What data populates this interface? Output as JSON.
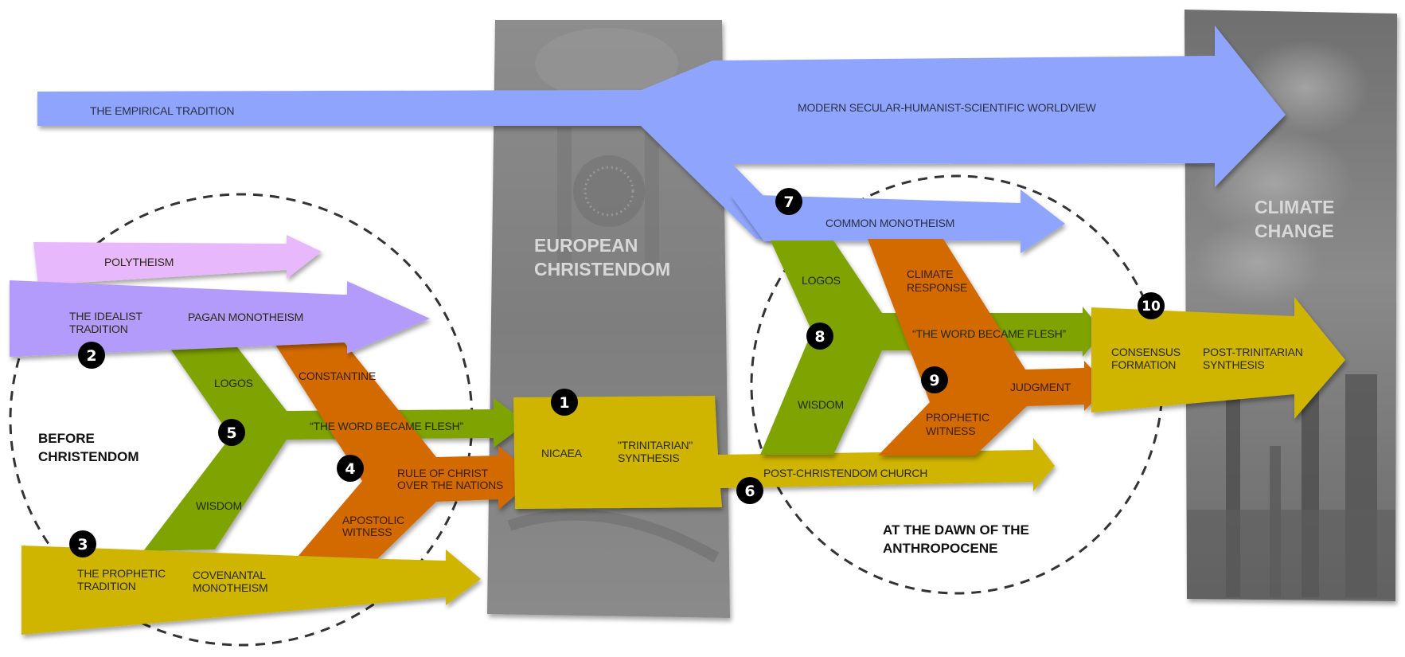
{
  "colors": {
    "blue": "#8fa5fd",
    "violet": "#b39bfb",
    "pink": "#e8b8fc",
    "green": "#7fa300",
    "orange": "#d36b00",
    "gold": "#cfb500",
    "photo_gray": "#8a8a8a",
    "badge": "#000000",
    "circle_dash": "#333333"
  },
  "eras": {
    "before": [
      "BEFORE",
      "CHRISTENDOM"
    ],
    "europe": [
      "EUROPEAN",
      "CHRISTENDOM"
    ],
    "anthropocene": [
      "AT THE DAWN OF THE",
      "ANTHROPOCENE"
    ],
    "climate": [
      "CLIMATE",
      "CHANGE"
    ]
  },
  "arrows": {
    "empirical": "THE EMPIRICAL TRADITION",
    "modern": "MODERN SECULAR-HUMANIST-SCIENTIFIC WORLDVIEW",
    "common_monotheism": "COMMON MONOTHEISM",
    "polytheism": "POLYTHEISM",
    "idealist": [
      "THE IDEALIST",
      "TRADITION"
    ],
    "pagan_monotheism": "PAGAN MONOTHEISM",
    "prophetic": [
      "THE PROPHETIC",
      "TRADITION"
    ],
    "covenantal": [
      "COVENANTAL",
      "MONOTHEISM"
    ],
    "logos_left": "LOGOS",
    "wisdom_left": "WISDOM",
    "word_left": "“THE WORD BECAME FLESH”",
    "constantine": "CONSTANTINE",
    "apostolic": [
      "APOSTOLIC",
      "WITNESS"
    ],
    "rule_of_christ": [
      "RULE OF CHRIST",
      "OVER THE NATIONS"
    ],
    "nicaea": "NICAEA",
    "trinitarian": [
      "\"TRINITARIAN\"",
      "SYNTHESIS"
    ],
    "post_christendom": "POST-CHRISTENDOM CHURCH",
    "logos_right": "LOGOS",
    "wisdom_right": "WISDOM",
    "word_right": "“THE WORD BECAME FLESH”",
    "climate_response": [
      "CLIMATE",
      "RESPONSE"
    ],
    "prophetic_witness": [
      "PROPHETIC",
      "WITNESS"
    ],
    "judgment": "JUDGMENT",
    "consensus": [
      "CONSENSUS",
      "FORMATION"
    ],
    "post_trinitarian": [
      "POST-TRINITARIAN",
      "SYNTHESIS"
    ]
  },
  "badges": [
    "1",
    "2",
    "3",
    "4",
    "5",
    "6",
    "7",
    "8",
    "9",
    "10"
  ]
}
